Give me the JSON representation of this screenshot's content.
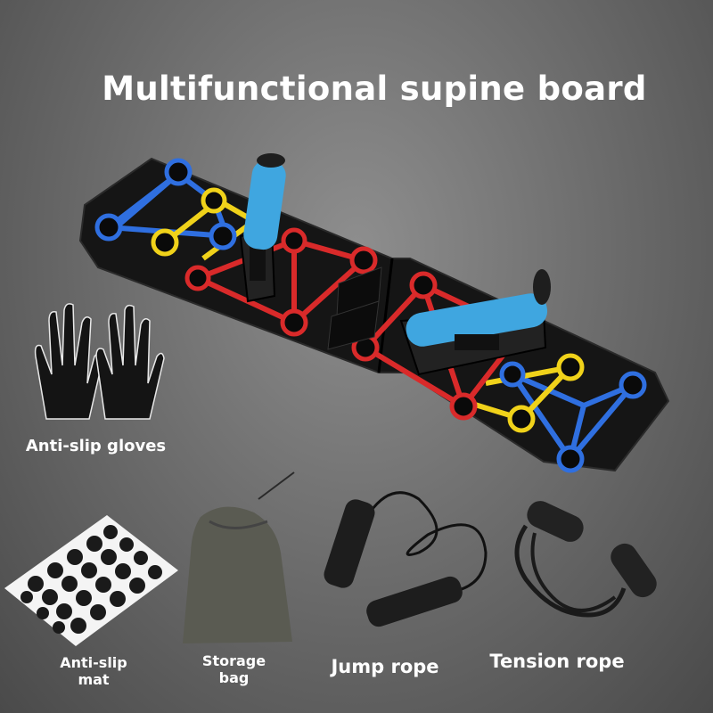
{
  "title": "Multifunctional supine board",
  "items": {
    "gloves": "Anti-slip gloves",
    "mat_line1": "Anti-slip",
    "mat_line2": "mat",
    "bag_line1": "Storage",
    "bag_line2": "bag",
    "jump_rope": "Jump rope",
    "tension_rope": "Tension rope"
  },
  "colors": {
    "background": "#6f6f6f",
    "board": "#1b1b1b",
    "blue_lines": "#2f6fe0",
    "yellow_lines": "#f0d21a",
    "red_lines": "#d92a2a",
    "handle_foam": "#3fa6e0"
  }
}
